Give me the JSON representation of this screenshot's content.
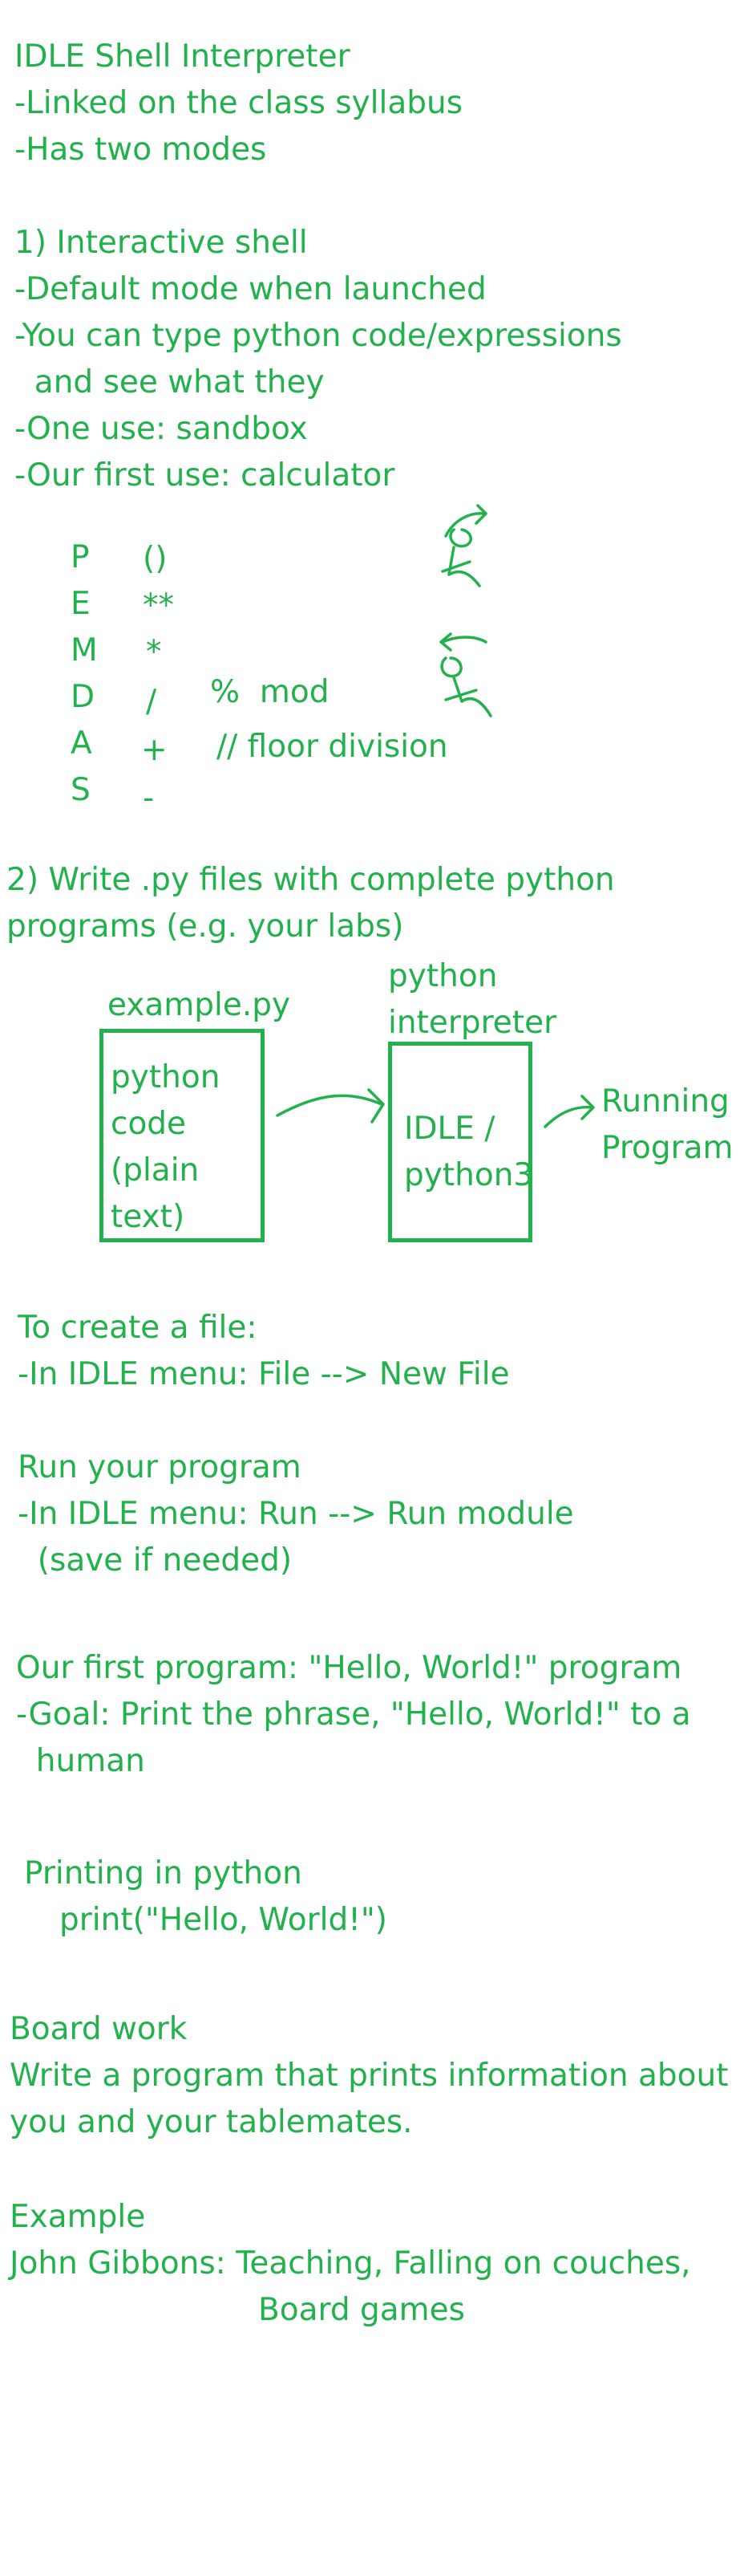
{
  "header": {
    "title": "IDLE Shell Interpreter",
    "lines": [
      "-Linked on the class syllabus",
      "-Has two modes"
    ]
  },
  "mode1": {
    "title": "1) Interactive shell",
    "lines": [
      "-Default mode when launched",
      "-You can type python code/expressions",
      "  and see what they",
      "-One use: sandbox",
      "-Our first use: calculator"
    ]
  },
  "pemdas": {
    "letters": [
      "P",
      "E",
      "M",
      "D",
      "A",
      "S"
    ],
    "ops": [
      "()",
      "**",
      "*",
      "/",
      "+",
      "-"
    ],
    "mod_note": "%  mod",
    "floor_note": "// floor division"
  },
  "mode2": {
    "lines": [
      "2) Write .py files with complete python",
      "programs (e.g. your labs)"
    ]
  },
  "diagram": {
    "file_label": "example.py",
    "file_box": [
      "python",
      "code",
      "(plain",
      "text)"
    ],
    "interp_label": [
      "python",
      "interpreter"
    ],
    "interp_box": [
      "IDLE /",
      "python3"
    ],
    "output": [
      "Running",
      "Program"
    ]
  },
  "create_file": {
    "lines": [
      "To create a file:",
      "-In IDLE menu: File --> New File"
    ]
  },
  "run_program": {
    "lines": [
      "Run your program",
      "-In IDLE menu: Run --> Run module",
      "  (save if needed)"
    ]
  },
  "first_program": {
    "lines": [
      "Our first program: \"Hello, World!\" program",
      "-Goal: Print the phrase, \"Hello, World!\" to a",
      "  human"
    ]
  },
  "printing": {
    "title": "Printing in python",
    "code": "print(\"Hello, World!\")"
  },
  "board_work": {
    "lines": [
      "Board work",
      "Write a program that prints information about",
      "you and your tablemates."
    ]
  },
  "example": {
    "title": "Example",
    "line1": "John Gibbons: Teaching, Falling on couches,",
    "line2": "Board games"
  }
}
